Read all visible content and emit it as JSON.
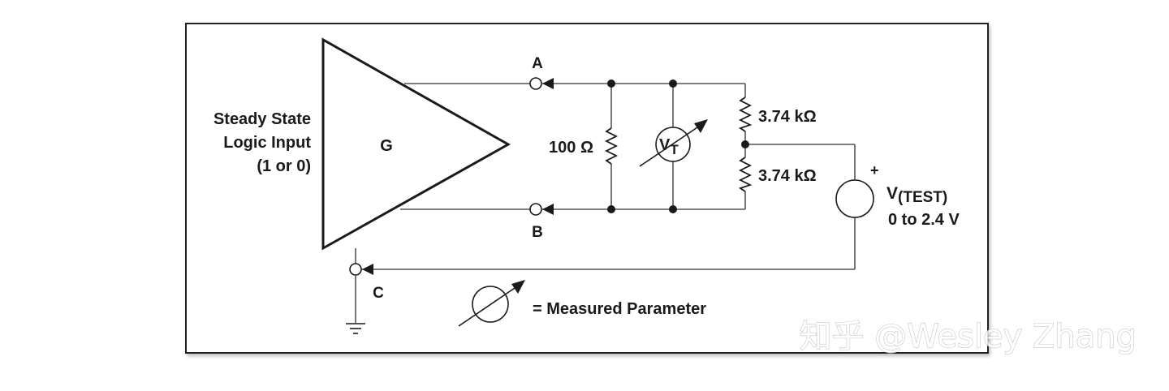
{
  "input_label": [
    "Steady State",
    "Logic Input",
    "(1 or 0)"
  ],
  "driver_label": "G",
  "terminals": {
    "a": "A",
    "b": "B",
    "c": "C"
  },
  "resistor_mid": "100 Ω",
  "resistor_top": "3.74 kΩ",
  "resistor_bottom": "3.74 kΩ",
  "voltmeter": {
    "main": "V",
    "sub": "T"
  },
  "source": {
    "plus": "+",
    "name_main": "V",
    "name_sub": "(TEST)",
    "range": "0 to 2.4 V"
  },
  "legend": "= Measured Parameter",
  "watermark": "知乎 @Wesley Zhang",
  "colors": {
    "line": "#1a1a1a",
    "wire": "#555555",
    "frame": "#222222"
  }
}
